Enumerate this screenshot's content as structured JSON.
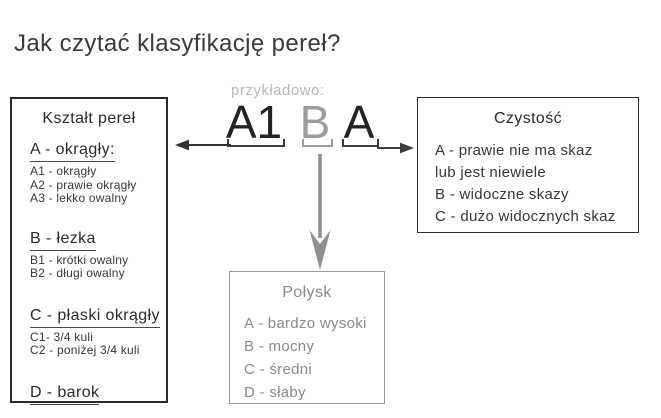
{
  "title": "Jak czytać klasyfikację pereł?",
  "example": {
    "label": "przykładowo:",
    "tokens": [
      {
        "text": "A1",
        "tone": "dark"
      },
      {
        "text": "B",
        "tone": "gray"
      },
      {
        "text": "A",
        "tone": "dark"
      }
    ]
  },
  "shape_box": {
    "title": "Kształt pereł",
    "sections": [
      {
        "heading": "A - okrągły:",
        "items": [
          "A1 - okrągły",
          "A2 - prawie okrągły",
          "A3 - lekko owalny"
        ]
      },
      {
        "heading": "B - łezka",
        "items": [
          "B1 - krótki owalny",
          "B2 - długi owalny"
        ]
      },
      {
        "heading": "C - płaski okrągły",
        "items": [
          "C1- 3/4 kuli",
          "C2 - poniżej 3/4 kuli"
        ]
      },
      {
        "heading": "D - barok",
        "items": []
      }
    ]
  },
  "clarity_box": {
    "title": "Czystość",
    "lines": [
      "A - prawie nie ma skaz",
      "lub jest niewiele",
      "B - widoczne skazy",
      "C - dużo widocznych skaz"
    ]
  },
  "luster_box": {
    "title": "Połysk",
    "lines": [
      "A - bardzo wysoki",
      "B - mocny",
      "C - średni",
      "D - słaby"
    ]
  },
  "icons": {
    "arrow_left": "arrow-left-icon",
    "arrow_right": "arrow-right-icon",
    "arrow_down": "arrow-down-icon"
  },
  "colors": {
    "title_text": "#3b3b3b",
    "dark_text": "#2b2b2b",
    "item_text": "#383838",
    "gray_letter": "#9c9c9c",
    "light_label": "#b9b9b9",
    "muted_text": "#8a8a8a",
    "dark_border": "#2b2b2b",
    "gray_border": "#9b9b9b",
    "dark_arrow": "#333333",
    "gray_arrow": "#909090",
    "background": "#ffffff"
  }
}
